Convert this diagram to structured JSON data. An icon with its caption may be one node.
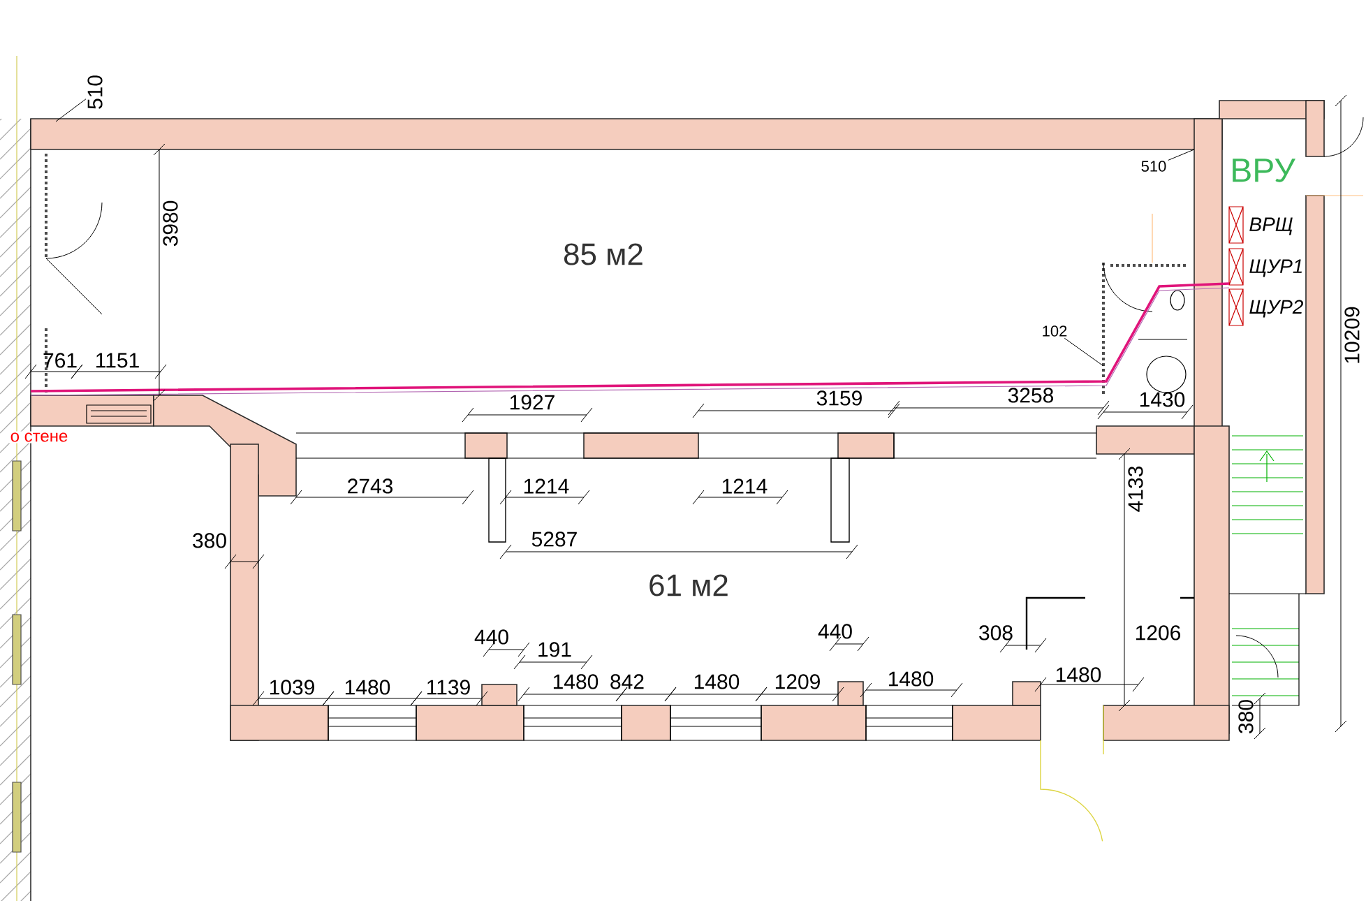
{
  "diagram": {
    "nodes": [
      {
        "text": [
          "510"
        ]
      },
      {
        "text": [
          "510"
        ]
      },
      {
        "text": [
          "102"
        ]
      }
    ],
    "edges": [
      {
        "from": 0,
        "to": null,
        "arrow": "none"
      },
      {
        "from": 1,
        "to": null,
        "arrow": "none"
      },
      {
        "from": 2,
        "to": null,
        "arrow": "none"
      }
    ],
    "labels": [
      "3980",
      "85 м2",
      "ВРУ",
      "ВРЩ",
      "ЩУР1",
      "ЩУР2",
      "10209",
      "761",
      "1151",
      "1927",
      "3159",
      "3258",
      "1430",
      "о стене",
      "2743",
      "1214",
      "1214",
      "4133",
      "380",
      "5287",
      "61 м2",
      "440",
      "440",
      "191",
      "308",
      "1206",
      "1039",
      "1480",
      "1139",
      "1480",
      "842",
      "1480",
      "1209",
      "1480",
      "1480",
      "380"
    ]
  }
}
